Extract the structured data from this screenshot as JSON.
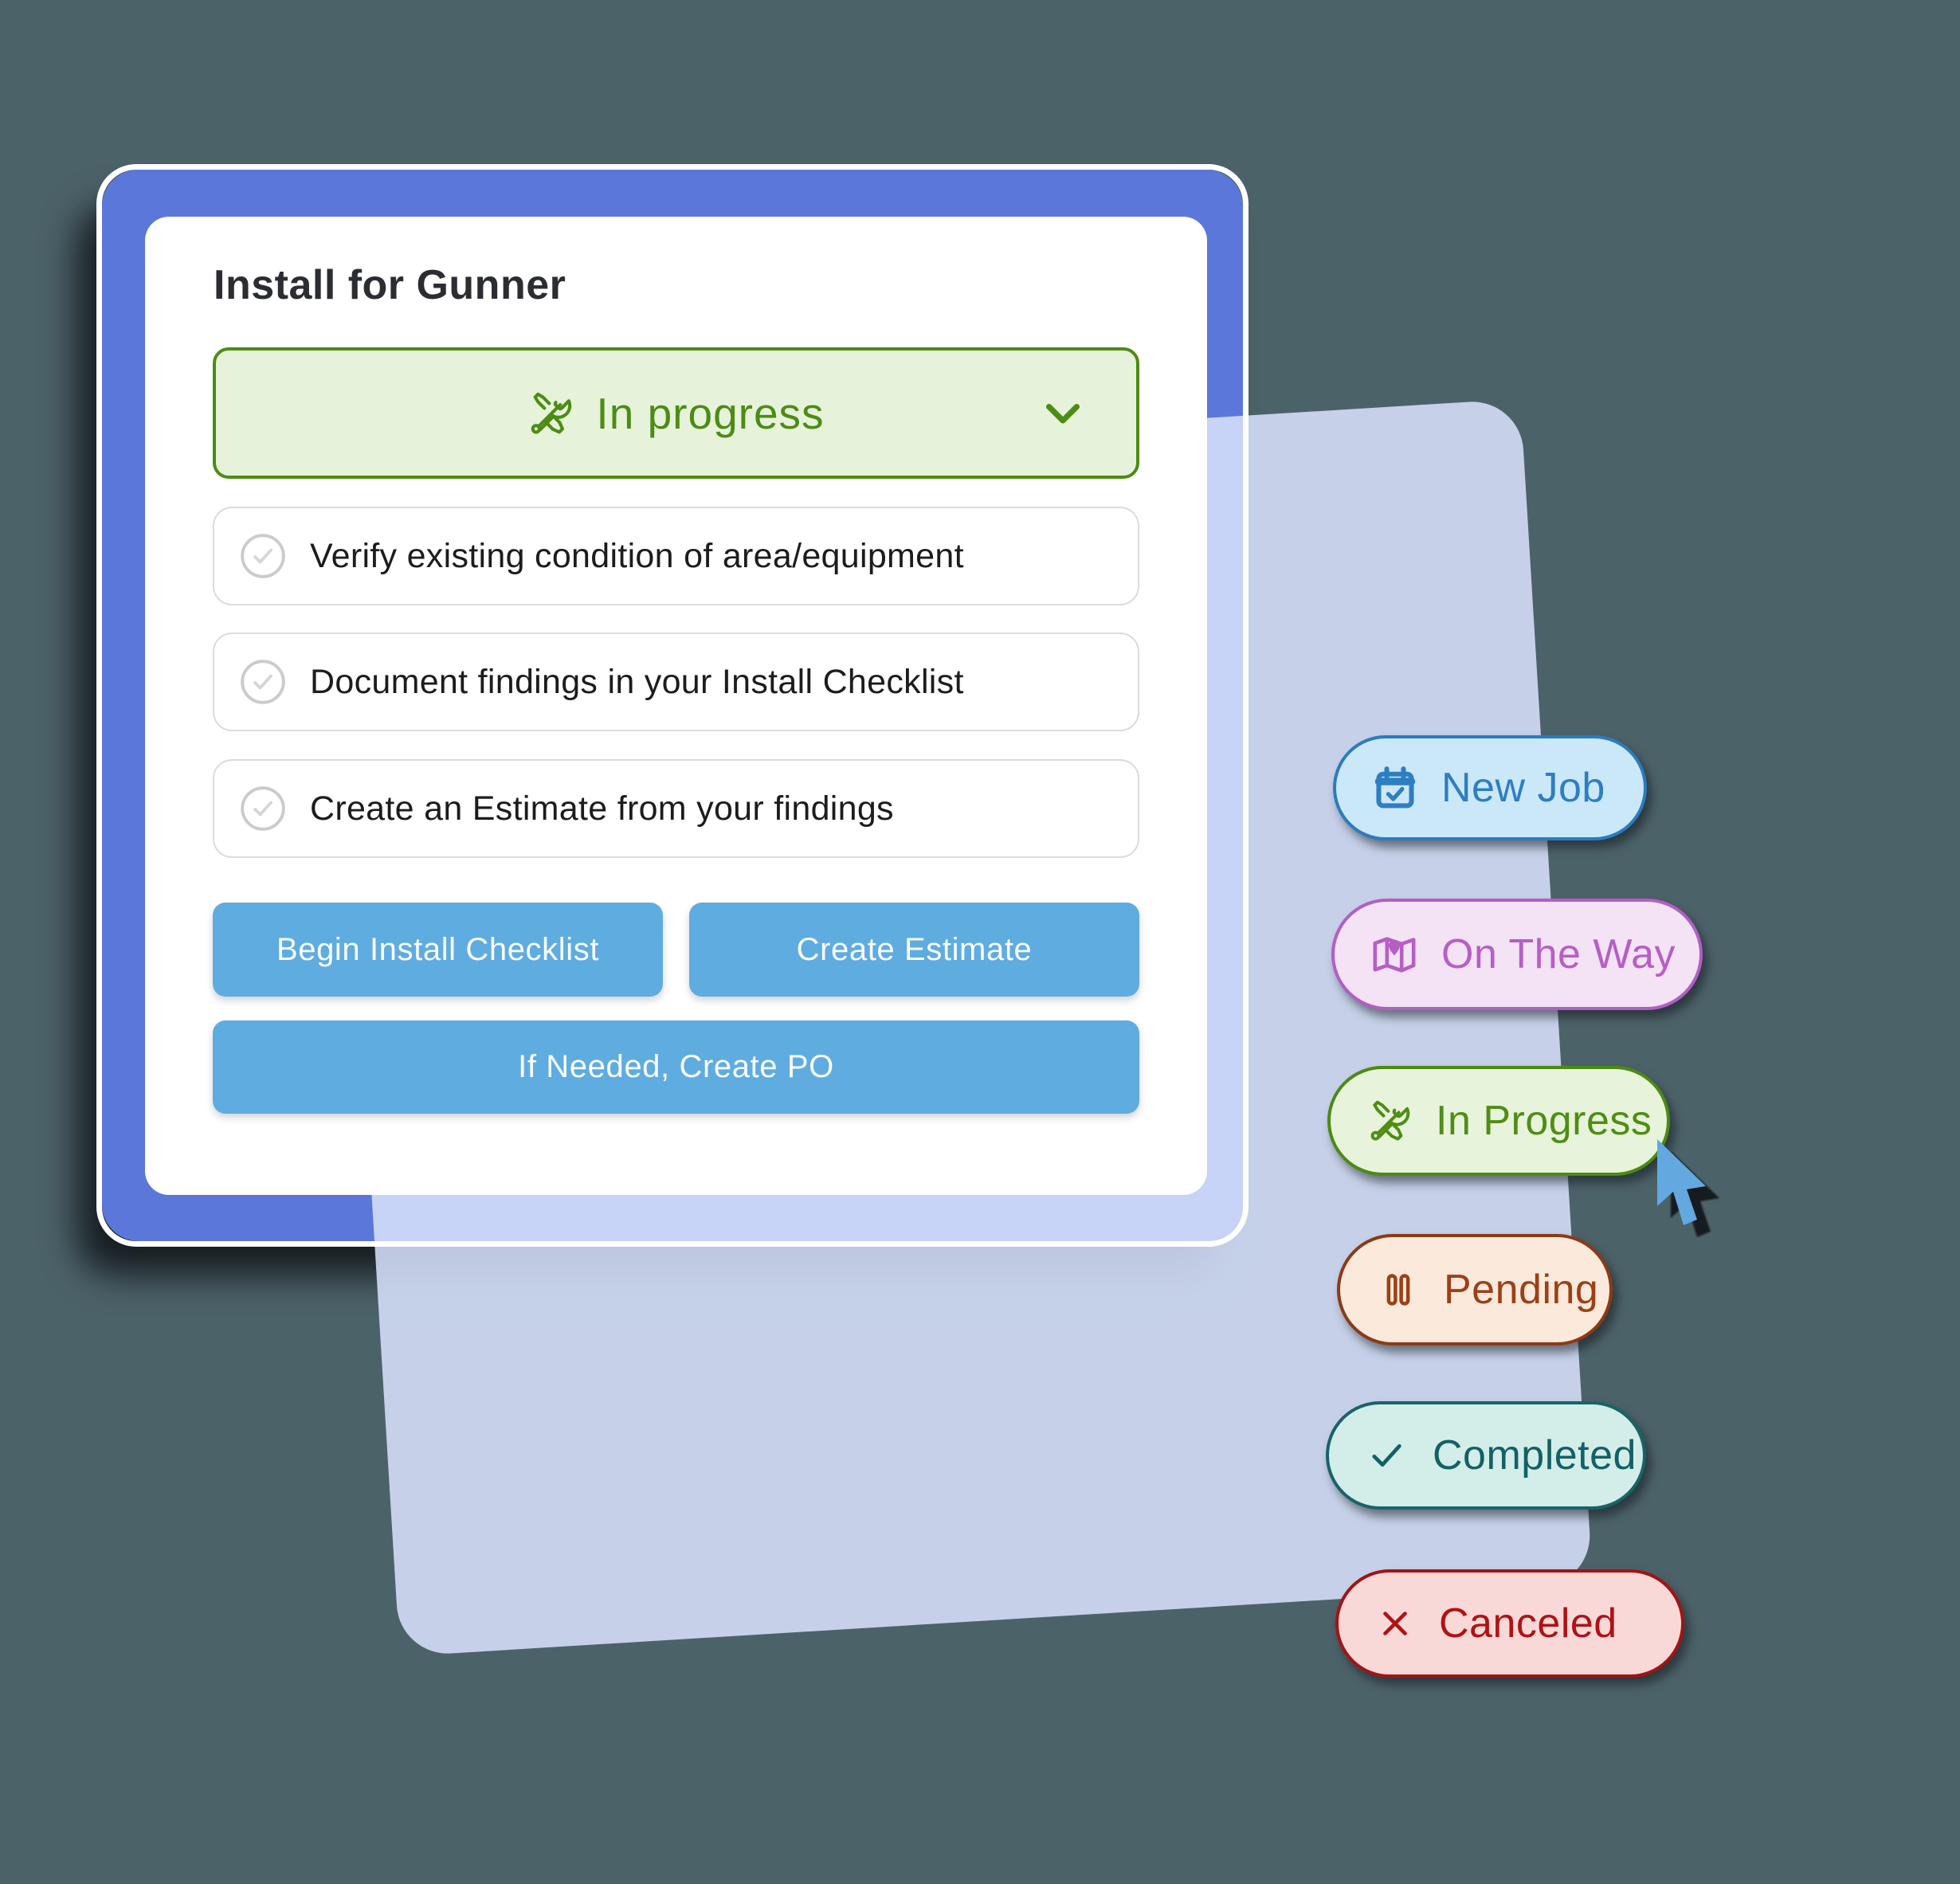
{
  "card": {
    "title": "Install for Gunner",
    "status_dropdown": {
      "label": "In progress",
      "icon": "tools-icon"
    },
    "checklist": [
      {
        "label": "Verify existing condition of area/equipment"
      },
      {
        "label": "Document findings in your Install Checklist"
      },
      {
        "label": "Create an Estimate from your findings"
      }
    ],
    "actions": {
      "begin_checklist": "Begin Install Checklist",
      "create_estimate": "Create Estimate",
      "create_po": "If Needed, Create PO"
    }
  },
  "status_pills": [
    {
      "label": "New Job",
      "icon": "calendar-check-icon",
      "bg": "#CBE8F9",
      "border": "#2B7BBE",
      "text": "#2E7EC2"
    },
    {
      "label": "On The Way",
      "icon": "map-pin-icon",
      "bg": "#F4E2F5",
      "border": "#B05FC4",
      "text": "#B55FC5"
    },
    {
      "label": "In Progress",
      "icon": "tools-icon",
      "bg": "#E8F3DB",
      "border": "#4C8A12",
      "text": "#4E8E14"
    },
    {
      "label": "Pending",
      "icon": "pause-icon",
      "bg": "#FBEADB",
      "border": "#8C3A16",
      "text": "#9C4018"
    },
    {
      "label": "Completed",
      "icon": "check-icon",
      "bg": "#D3EDE8",
      "border": "#176468",
      "text": "#136066"
    },
    {
      "label": "Canceled",
      "icon": "x-icon",
      "bg": "#F9D8D8",
      "border": "#A31313",
      "text": "#AF1214"
    }
  ],
  "theme": {
    "page_bg": "#4C6269",
    "card_blue": "#5B77D9",
    "lavender": "rgba(216,225,253,0.87)",
    "green_dark": "#4C8C14",
    "green_light": "#E7F2DA",
    "action_blue": "#5FACE1",
    "cursor_blue": "#63A8DF"
  }
}
